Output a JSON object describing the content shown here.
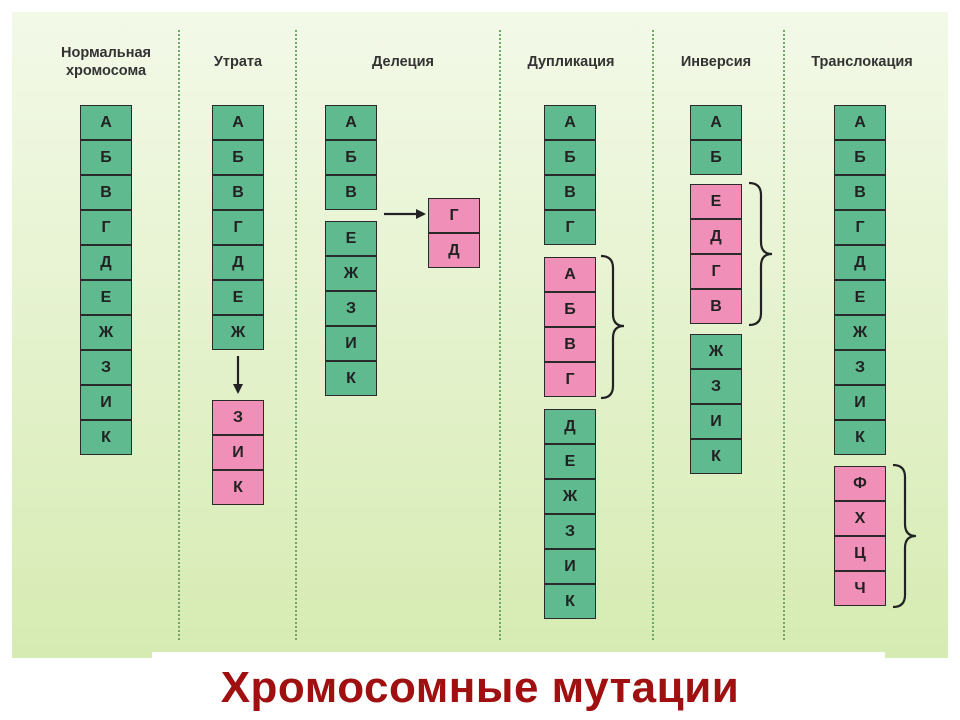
{
  "main_title": "Хромосомные  мутации",
  "colors": {
    "green_segment": "#5fba8f",
    "pink_segment": "#f08fb8",
    "title": "#a01010"
  },
  "columns": [
    {
      "id": "normal",
      "title": "Нормальная\nхромосома",
      "blocks": [
        {
          "color": "green",
          "genes": [
            "А",
            "Б",
            "В",
            "Г",
            "Д",
            "Е",
            "Ж",
            "З",
            "И",
            "К"
          ]
        }
      ]
    },
    {
      "id": "loss",
      "title": "Утрата",
      "blocks": [
        {
          "color": "green",
          "genes": [
            "А",
            "Б",
            "В",
            "Г",
            "Д",
            "Е",
            "Ж"
          ]
        },
        {
          "color": "pink",
          "genes": [
            "З",
            "И",
            "К"
          ]
        }
      ]
    },
    {
      "id": "deletion",
      "title": "Делеция",
      "blocks": [
        {
          "color": "green",
          "genes": [
            "А",
            "Б",
            "В"
          ]
        },
        {
          "color": "green",
          "genes": [
            "Е",
            "Ж",
            "З",
            "И",
            "К"
          ]
        },
        {
          "color": "pink",
          "genes": [
            "Г",
            "Д"
          ]
        }
      ]
    },
    {
      "id": "duplication",
      "title": "Дупликация",
      "blocks": [
        {
          "color": "green",
          "genes": [
            "А",
            "Б",
            "В",
            "Г"
          ]
        },
        {
          "color": "pink",
          "genes": [
            "А",
            "Б",
            "В",
            "Г"
          ]
        },
        {
          "color": "green",
          "genes": [
            "Д",
            "Е",
            "Ж",
            "З",
            "И",
            "К"
          ]
        }
      ]
    },
    {
      "id": "inversion",
      "title": "Инверсия",
      "blocks": [
        {
          "color": "green",
          "genes": [
            "А",
            "Б"
          ]
        },
        {
          "color": "pink",
          "genes": [
            "Е",
            "Д",
            "Г",
            "В"
          ]
        },
        {
          "color": "green",
          "genes": [
            "Ж",
            "З",
            "И",
            "К"
          ]
        }
      ]
    },
    {
      "id": "translocation",
      "title": "Транслокация",
      "blocks": [
        {
          "color": "green",
          "genes": [
            "А",
            "Б",
            "В",
            "Г",
            "Д",
            "Е",
            "Ж",
            "З",
            "И",
            "К"
          ]
        },
        {
          "color": "pink",
          "genes": [
            "Ф",
            "Х",
            "Ц",
            "Ч"
          ]
        }
      ]
    }
  ]
}
